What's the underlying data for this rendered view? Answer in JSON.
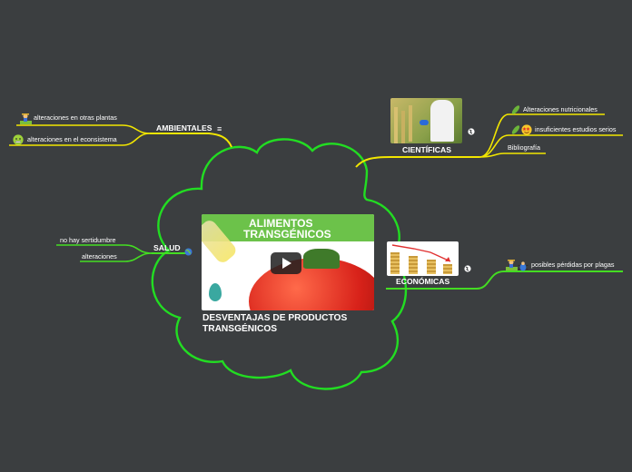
{
  "central": {
    "title": "DESVENTAJAS DE PRODUCTOS TRANSGÉNICOS",
    "image_text_line1": "ALIMENTOS",
    "image_text_line2": "TRANSGÉNICOS"
  },
  "branches": {
    "ambientales": {
      "label": "AMBIENTALES",
      "icon": "menu-lines-icon",
      "children": [
        "alteraciones en otras plantas",
        "alteraciones en el econsistema"
      ]
    },
    "cientificas": {
      "label": "CIENTÍFICAS",
      "icon": "globe-icon",
      "children": [
        "Alteraciones nutricionales",
        "insuficientes estudios serios",
        "Bibliografía"
      ]
    },
    "salud": {
      "label": "SALUD",
      "icon": "globe-icon",
      "children": [
        "no hay sertidumbre",
        "alteraciones"
      ]
    },
    "economicas": {
      "label": "ECONÓMICAS",
      "icon": "globe-icon",
      "children": [
        "posibles pérdidas por plagas"
      ]
    }
  },
  "colors": {
    "background": "#3b3e40",
    "central_outline": "#22dd22",
    "ambientales": "#f2e600",
    "cientificas": "#f2e600",
    "salud": "#44dd22",
    "economicas": "#44dd22"
  }
}
